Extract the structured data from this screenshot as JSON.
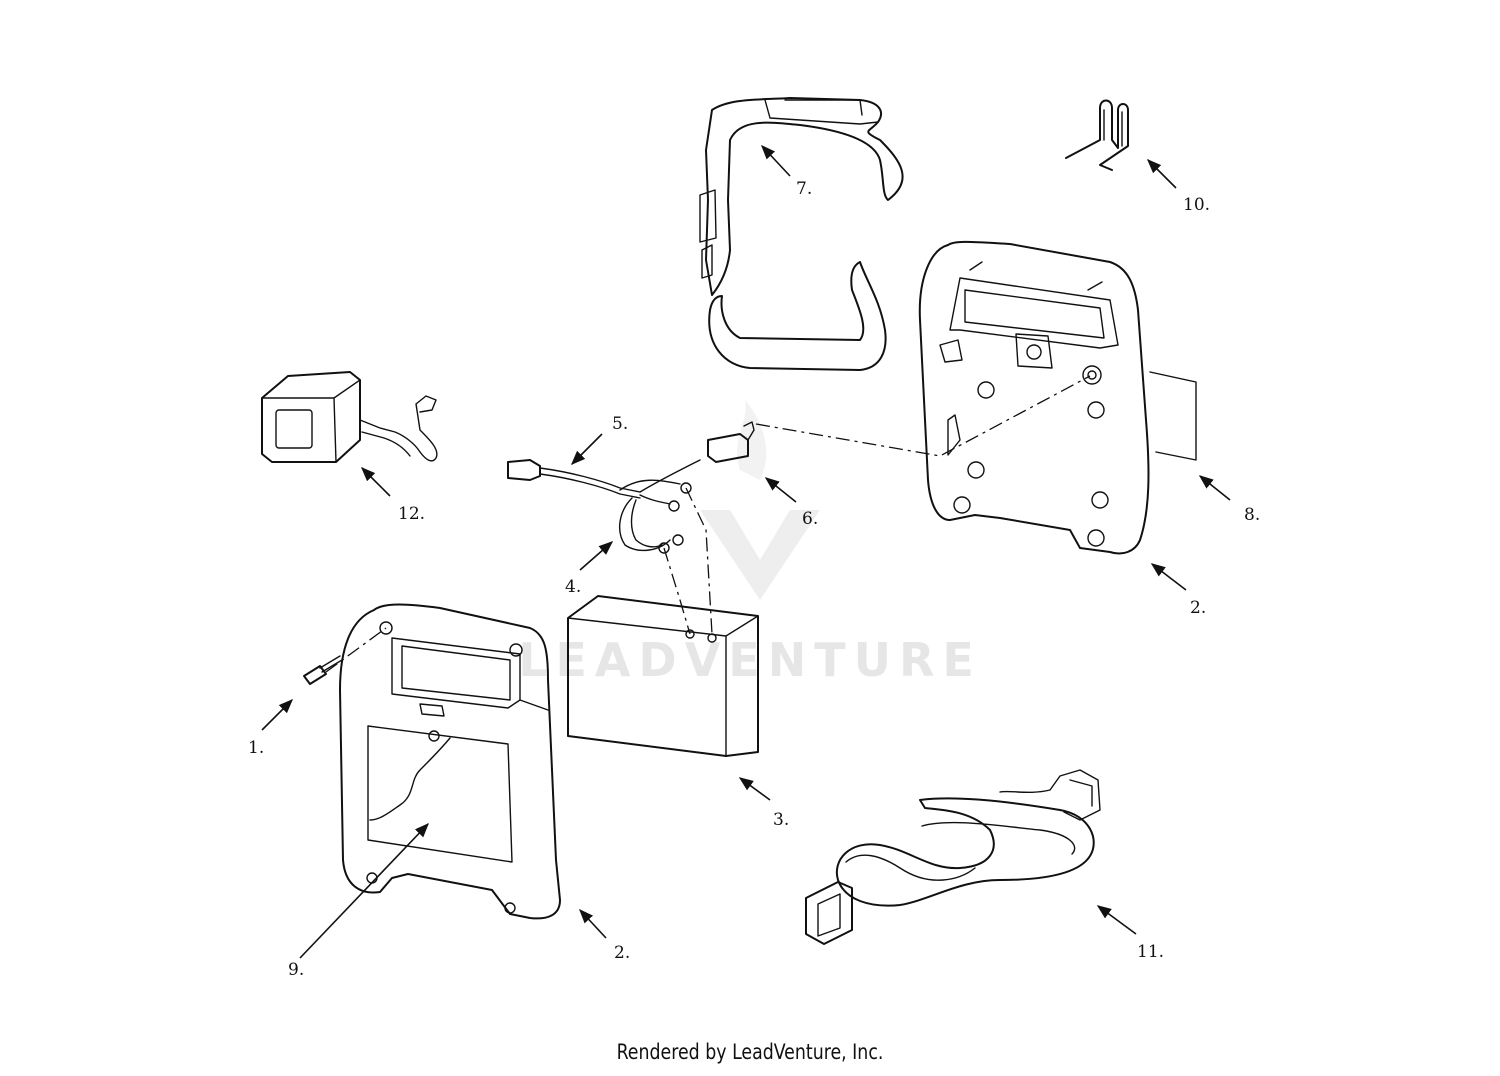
{
  "diagram": {
    "callouts": [
      {
        "id": "1",
        "label": "1."
      },
      {
        "id": "2a",
        "label": "2."
      },
      {
        "id": "2b",
        "label": "2."
      },
      {
        "id": "3",
        "label": "3."
      },
      {
        "id": "4",
        "label": "4."
      },
      {
        "id": "5",
        "label": "5."
      },
      {
        "id": "6",
        "label": "6."
      },
      {
        "id": "7",
        "label": "7."
      },
      {
        "id": "8",
        "label": "8."
      },
      {
        "id": "9",
        "label": "9."
      },
      {
        "id": "10",
        "label": "10."
      },
      {
        "id": "11",
        "label": "11."
      },
      {
        "id": "12",
        "label": "12."
      }
    ],
    "watermark": "LEADVENTURE",
    "footer": "Rendered by LeadVenture, Inc."
  }
}
